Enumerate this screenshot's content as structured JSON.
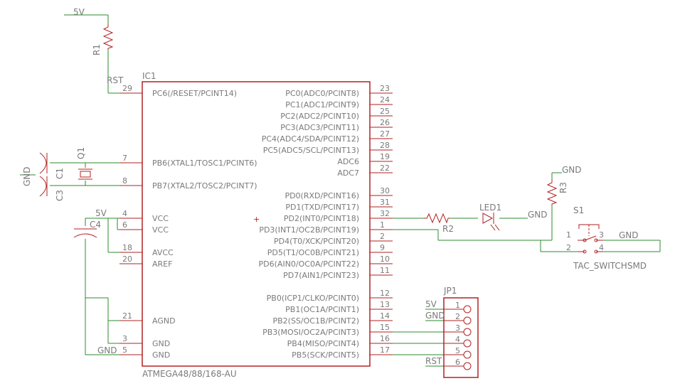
{
  "nets": {
    "v5_top": "5V",
    "rst_top": "RST",
    "gnd_left": "GND",
    "v5_cap": "5V",
    "gnd_bottom": "GND",
    "gnd_r3": "GND",
    "gnd_led": "GND",
    "gnd_switch": "GND",
    "jp_5v": "5V",
    "jp_gnd": "GND",
    "jp_rst": "RST"
  },
  "parts": {
    "r1": "R1",
    "ic": "IC1",
    "ic_value": "ATMEGA48/88/168-AU",
    "q1": "Q1",
    "c1": "C1",
    "c3": "C3",
    "c4": "C4",
    "r2": "R2",
    "r3": "R3",
    "led": "LED1",
    "s1": "S1",
    "s1_value": "TAC_SWITCHSMD",
    "jp": "JP1"
  },
  "ic_left_pins": [
    {
      "num": "29",
      "name": "PC6(/RESET/PCINT14)"
    },
    {
      "num": "7",
      "name": "PB6(XTAL1/TOSC1/PCINT6)"
    },
    {
      "num": "8",
      "name": "PB7(XTAL2/TOSC2/PCINT7)"
    },
    {
      "num": "4",
      "name": "VCC"
    },
    {
      "num": "6",
      "name": "VCC"
    },
    {
      "num": "18",
      "name": "AVCC"
    },
    {
      "num": "20",
      "name": "AREF"
    },
    {
      "num": "21",
      "name": "AGND"
    },
    {
      "num": "3",
      "name": "GND"
    },
    {
      "num": "5",
      "name": "GND"
    }
  ],
  "ic_right_pins": [
    {
      "num": "23",
      "name": "PC0(ADC0/PCINT8)"
    },
    {
      "num": "24",
      "name": "PC1(ADC1/PCINT9)"
    },
    {
      "num": "25",
      "name": "PC2(ADC2/PCINT10)"
    },
    {
      "num": "26",
      "name": "PC3(ADC3/PCINT11)"
    },
    {
      "num": "27",
      "name": "PC4(ADC4/SDA/PCINT12)"
    },
    {
      "num": "28",
      "name": "PC5(ADC5/SCL/PCINT13)"
    },
    {
      "num": "19",
      "name": "ADC6"
    },
    {
      "num": "22",
      "name": "ADC7"
    },
    {
      "num": "30",
      "name": "PD0(RXD/PCINT16)"
    },
    {
      "num": "31",
      "name": "PD1(TXD/PCINT17)"
    },
    {
      "num": "32",
      "name": "PD2(INT0/PCINT18)"
    },
    {
      "num": "1",
      "name": "PD3(INT1/OC2B/PCINT19)"
    },
    {
      "num": "2",
      "name": "PD4(T0/XCK/PCINT20)"
    },
    {
      "num": "9",
      "name": "PD5(T1/OC0B/PCINT21)"
    },
    {
      "num": "10",
      "name": "PD6(AIN0/OC0A/PCINT22)"
    },
    {
      "num": "11",
      "name": "PD7(AIN1/PCINT23)"
    },
    {
      "num": "12",
      "name": "PB0(ICP1/CLKO/PCINT0)"
    },
    {
      "num": "13",
      "name": "PB1(OC1A/PCINT1)"
    },
    {
      "num": "14",
      "name": "PB2(SS/OC1B/PCINT2)"
    },
    {
      "num": "15",
      "name": "PB3(MOSI/OC2A/PCINT3)"
    },
    {
      "num": "16",
      "name": "PB4(MISO/PCINT4)"
    },
    {
      "num": "17",
      "name": "PB5(SCK/PCINT5)"
    }
  ],
  "jp_pins": [
    "1",
    "2",
    "3",
    "4",
    "5",
    "6"
  ],
  "switch_pins": {
    "p1": "1",
    "p2": "2",
    "p3": "3",
    "p4": "4"
  },
  "marker": "+"
}
